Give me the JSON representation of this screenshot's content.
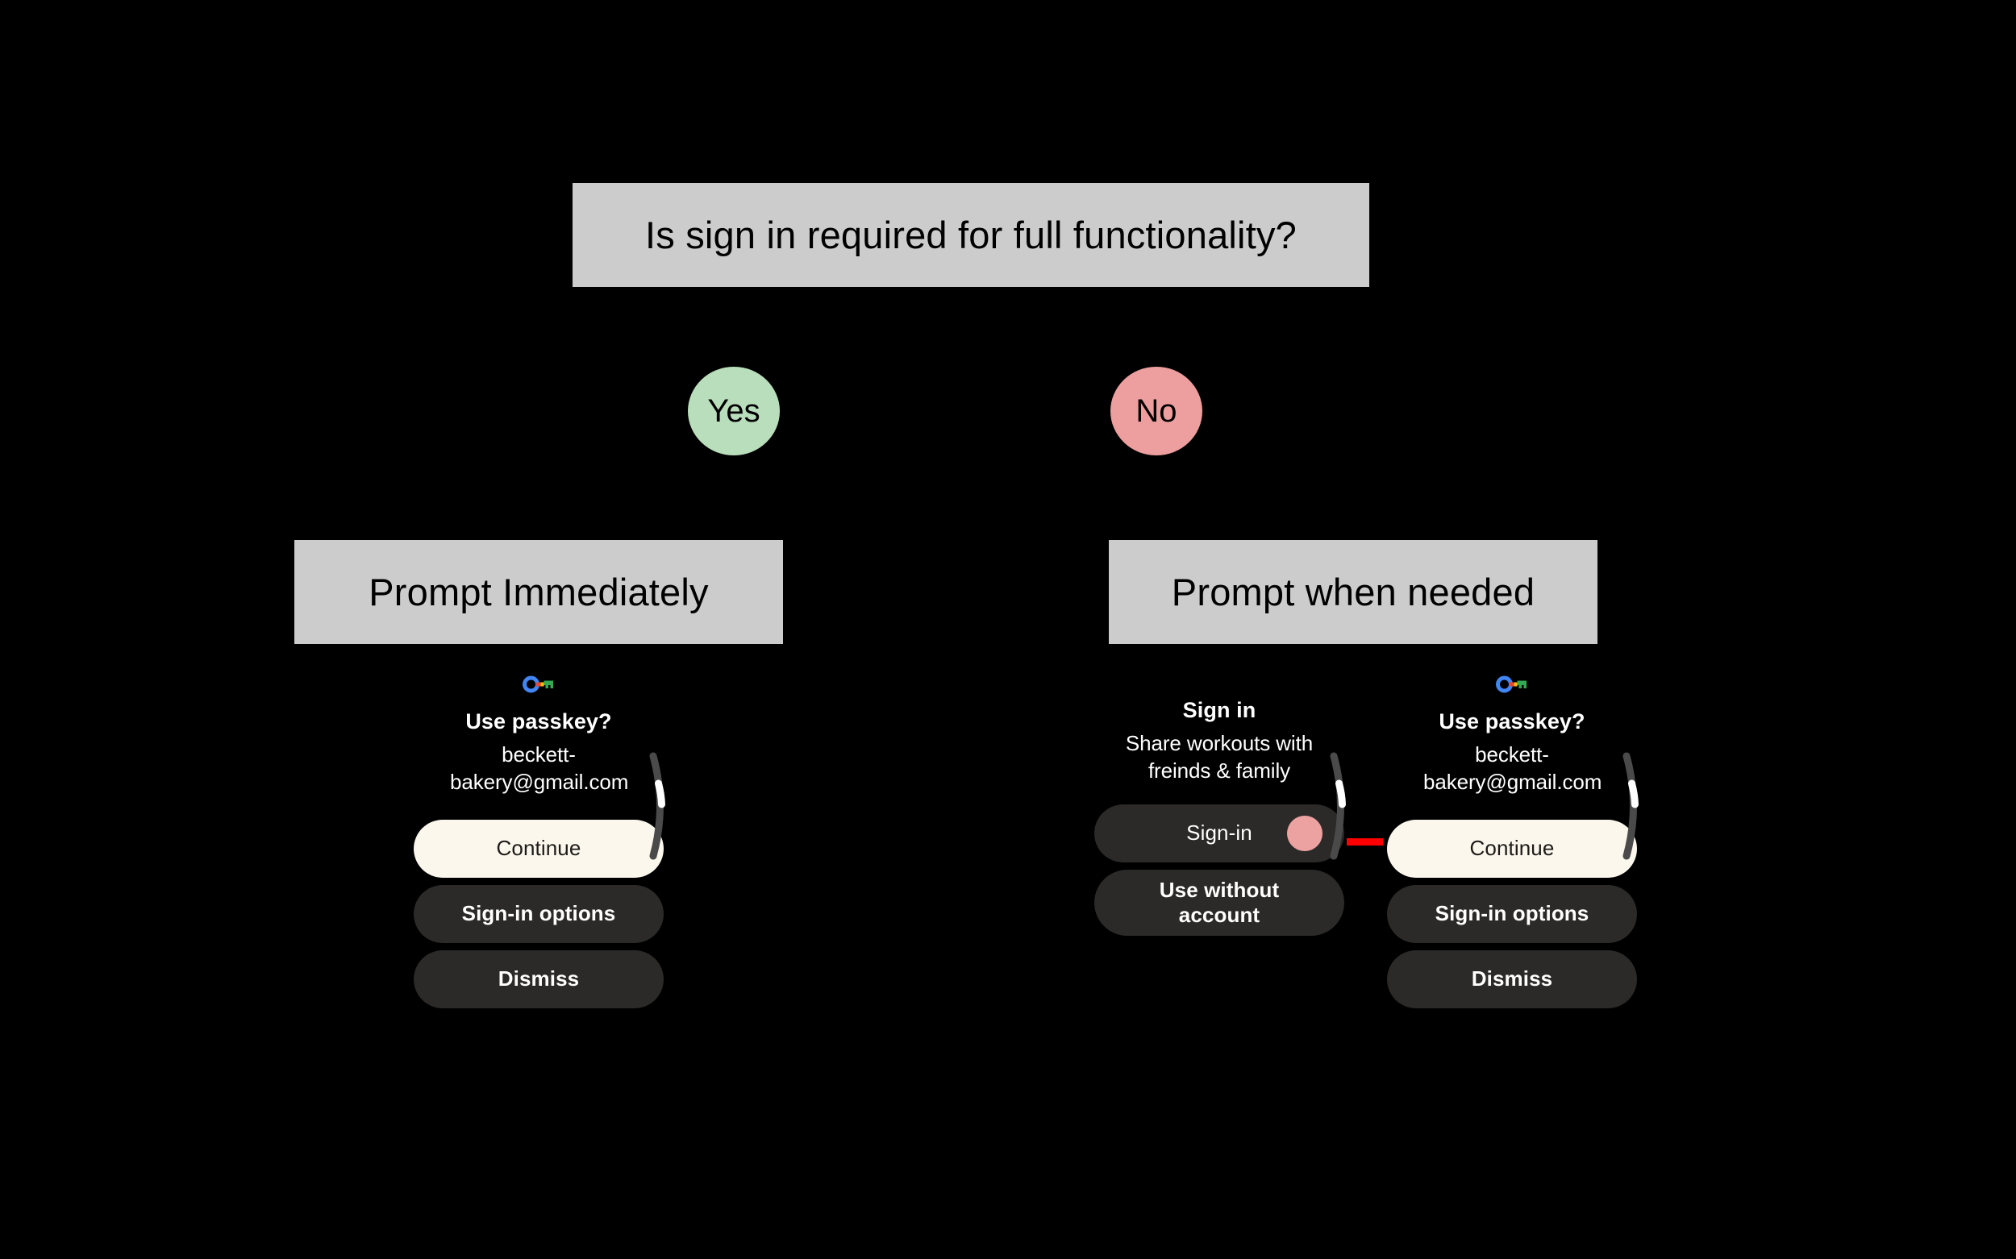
{
  "diagram": {
    "title": "Is sign in required for full functionality?",
    "background_color": "#000000",
    "node_fill": "#cccccc",
    "node_text_color": "#000000",
    "nodes": {
      "question": "Is sign in required for full functionality?",
      "branch_yes": "Yes",
      "branch_no": "No",
      "outcome_yes": "Prompt Immediately",
      "outcome_no": "Prompt when needed"
    },
    "branch_colors": {
      "yes": "#b9debb",
      "no": "#ed9e9e"
    },
    "annotation_arrow_color": "#ff0000"
  },
  "screens": {
    "passkey_left": {
      "icon": "google-passkey-icon",
      "title": "Use passkey?",
      "account": "beckett-bakery@gmail.com",
      "buttons": [
        {
          "label": "Continue",
          "style": "primary"
        },
        {
          "label": "Sign-in options",
          "style": "secondary"
        },
        {
          "label": "Dismiss",
          "style": "secondary"
        }
      ],
      "scroll_indicator": "scrollbar-arc"
    },
    "signin": {
      "title": "Sign in",
      "subtitle": "Share workouts with freinds & family",
      "buttons": [
        {
          "label": "Sign-in",
          "style": "plain",
          "touch_indicator": "#eda2a2"
        },
        {
          "label": "Use without account",
          "style": "secondary"
        }
      ],
      "scroll_indicator": "scrollbar-arc"
    },
    "passkey_right": {
      "icon": "google-passkey-icon",
      "title": "Use passkey?",
      "account": "beckett-bakery@gmail.com",
      "buttons": [
        {
          "label": "Continue",
          "style": "primary"
        },
        {
          "label": "Sign-in options",
          "style": "secondary"
        },
        {
          "label": "Dismiss",
          "style": "secondary"
        }
      ],
      "scroll_indicator": "scrollbar-arc"
    }
  },
  "icons": {
    "passkey_colors": {
      "ring": "#4285f4",
      "shaft": "#ea4335",
      "notch": "#fbbc04",
      "teeth": "#34a853"
    }
  }
}
